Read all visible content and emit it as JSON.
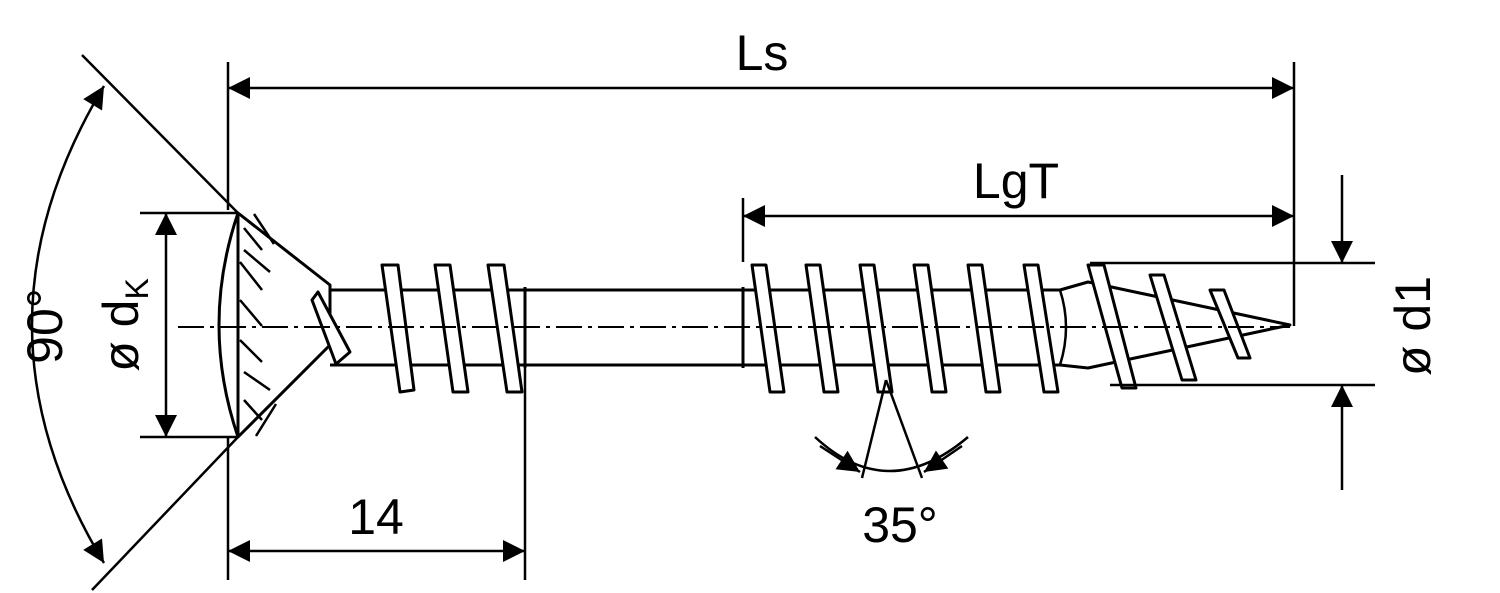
{
  "labels": {
    "overall_length": "Ls",
    "thread_length": "LgT",
    "head_diameter_symbol": "ø d",
    "head_diameter_sub": "K",
    "thread_diameter": "ø d1",
    "head_angle": "90°",
    "tip_angle": "35°",
    "shank_section": "14"
  },
  "colors": {
    "line": "#000000",
    "background": "#ffffff"
  }
}
